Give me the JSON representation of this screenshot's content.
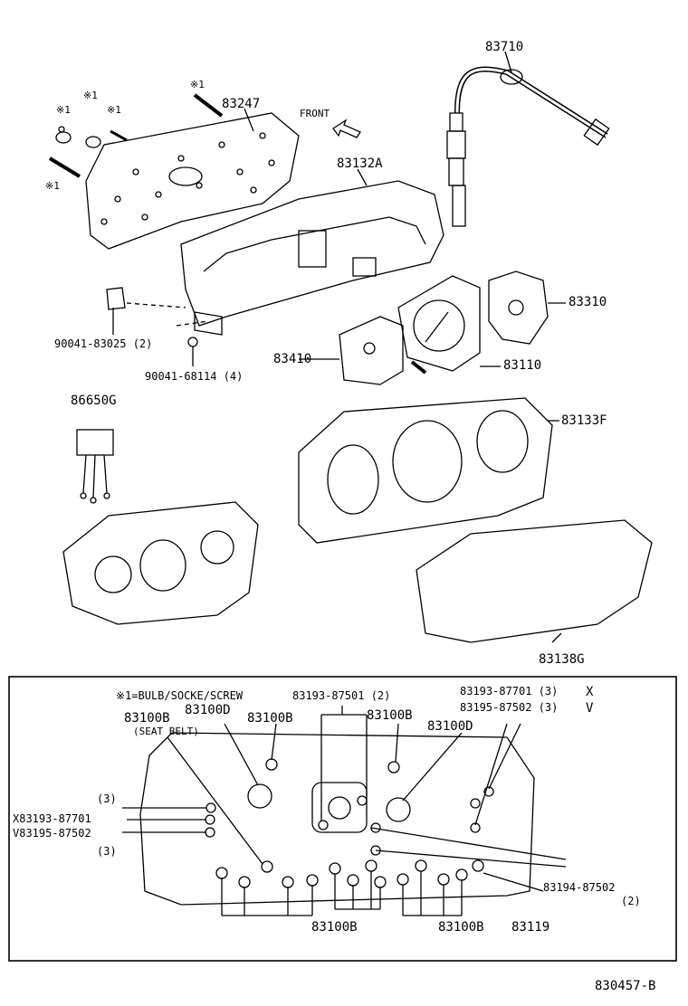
{
  "labels": {
    "p83710": "83710",
    "p83247": "83247",
    "front": "FRONT",
    "p83132a": "83132A",
    "note1a": "※1",
    "note1b": "※1",
    "note1c": "※1",
    "note1d": "※1",
    "note1e": "※1",
    "p83310": "83310",
    "p83410": "83410",
    "p83110": "83110",
    "p90041a": "90041-83025 (2)",
    "p90041b": "90041-68114 (4)",
    "p86650g": "86650G",
    "p83133f": "83133F",
    "p83138g": "83138G",
    "legend": "※1=BULB/SOCKE/SCREW",
    "p83100d_a": "83100D",
    "p83193_87501": "83193-87501 (2)",
    "p83193_87701_right": "83193-87701 (3)",
    "x_right": "X",
    "p83195_87502_right": "83195-87502 (3)",
    "v_right": "V",
    "p83100b_a": "83100B",
    "seat_belt": "(SEAT BELT)",
    "p83100b_b": "83100B",
    "p83100b_c": "83100B",
    "p83100d_b": "83100D",
    "qty3_top": "(3)",
    "p83193_87701_left": "X83193-87701",
    "p83195_87502_left": "V83195-87502",
    "qty3_bottom": "(3)",
    "p83194_87502": "83194-87502",
    "qty2": "(2)",
    "p83100b_d": "83100B",
    "p83100b_e": "83100B",
    "p83119": "83119",
    "fig_code": "830457-B"
  }
}
